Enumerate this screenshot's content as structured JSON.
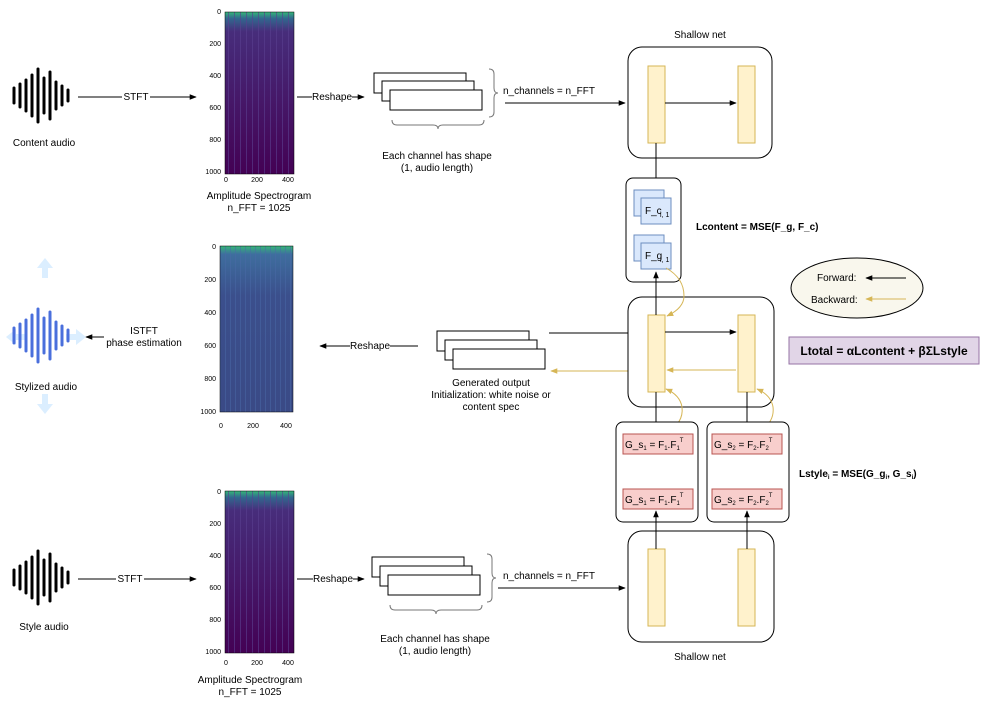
{
  "top": {
    "source_label": "Content audio",
    "stft_label": "STFT",
    "spec_caption_line1": "Amplitude Spectrogram",
    "spec_caption_line2": "n_FFT = 1025",
    "reshape_label": "Reshape",
    "channel_caption_line1": "Each channel has shape",
    "channel_caption_line2": "(1, audio length)",
    "nchannels_label": "n_channels = n_FFT",
    "net_label": "Shallow net"
  },
  "middle": {
    "source_label": "Stylized audio",
    "istft_line1": "ISTFT",
    "istft_line2": "phase estimation",
    "reshape_label": "Reshape",
    "gen_line1": "Generated output",
    "gen_line2": "Initialization: white noise or",
    "gen_line3": "content spec"
  },
  "bottom": {
    "source_label": "Style audio",
    "stft_label": "STFT",
    "spec_caption_line1": "Amplitude Spectrogram",
    "spec_caption_line2": "n_FFT = 1025",
    "reshape_label": "Reshape",
    "channel_caption_line1": "Each channel has shape",
    "channel_caption_line2": "(1, audio length)",
    "nchannels_label": "n_channels = n_FFT",
    "net_label": "Shallow net"
  },
  "spec_ticks": {
    "y": [
      "0",
      "200",
      "400",
      "600",
      "800",
      "1000"
    ],
    "x": [
      "0",
      "200",
      "400"
    ]
  },
  "features": {
    "fc_label": "F_c",
    "fc_sub": "i, 1",
    "fg_label": "F_g",
    "fg_sub": "i, 1"
  },
  "loss": {
    "content": "Lcontent = MSE(F_g, F_c)",
    "style_prefix": "Lstyle",
    "style_sub": "i",
    "style_rest": " = MSE(G_g",
    "style_sub2": "i",
    "style_mid": ", G_s",
    "style_sub3": "i",
    "style_end": ")",
    "total": "Ltotal =  αLcontent + βΣLstyle"
  },
  "gram": {
    "left": "G_s1 = F1.F1T",
    "right": "G_s2 = F2.F2T"
  },
  "legend": {
    "forward": "Forward:",
    "backward": "Backward:"
  },
  "colors": {
    "layer_fill": "#fff2cc",
    "layer_stroke": "#d6b656",
    "feature_fill": "#dae8fc",
    "feature_stroke": "#6c8ebf",
    "gram_fill": "#f8cecc",
    "gram_stroke": "#b85450",
    "total_fill": "#e1d5e7",
    "total_stroke": "#9673a6",
    "legend_fill": "#f9f7ed",
    "backward_arrow": "#d6b656",
    "spec_dark": "#440154",
    "spec_blue": "#3b528b"
  }
}
